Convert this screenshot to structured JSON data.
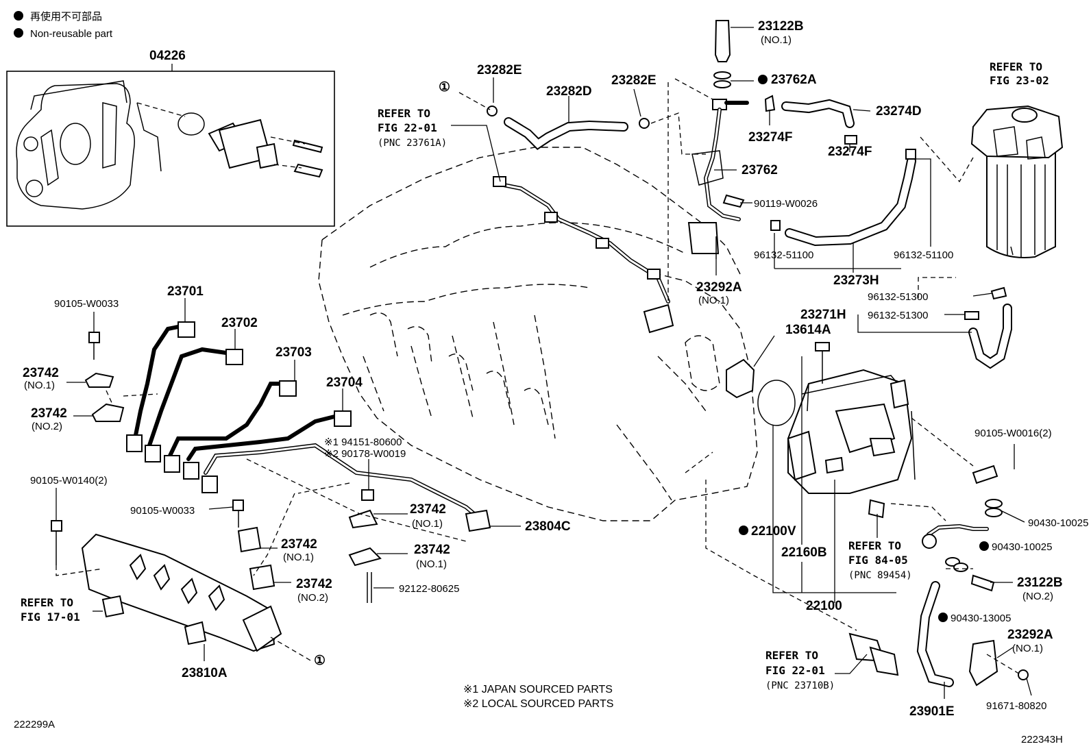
{
  "legend": {
    "line_jp": "再使用不可部品",
    "line_en": "Non-reusable part"
  },
  "labels": {
    "p04226": "04226",
    "p23122B_1": "23122B",
    "p23122B_1_sub": "(NO.1)",
    "p23762A": "23762A",
    "p23282E_a": "23282E",
    "p23282D": "23282D",
    "p23282E_b": "23282E",
    "p23274D": "23274D",
    "p23274F_a": "23274F",
    "p23274F_b": "23274F",
    "p23762": "23762",
    "p90119": "90119-W0026",
    "p96132_a": "96132-51100",
    "p96132_b": "96132-51100",
    "p23273H": "23273H",
    "p23292A_1": "23292A",
    "p23292A_1_sub": "(NO.1)",
    "p96132_c": "96132-51300",
    "p96132_d": "96132-51300",
    "p23271H": "23271H",
    "p13614A": "13614A",
    "p90105_W0033_a": "90105-W0033",
    "p23701": "23701",
    "p23702": "23702",
    "p23703": "23703",
    "p23704": "23704",
    "p23742_1": "23742",
    "p23742_1_sub": "(NO.1)",
    "p23742_2": "23742",
    "p23742_2_sub": "(NO.2)",
    "p94151": "※1 94151-80600",
    "p90178": "※2 90178-W0019",
    "p90105_W0140": "90105-W0140(2)",
    "p90105_W0033_b": "90105-W0033",
    "p23742_3": "23742",
    "p23742_3_sub": "(NO.1)",
    "p23742_4": "23742",
    "p23742_4_sub": "(NO.1)",
    "p23742_5": "23742",
    "p23742_5_sub": "(NO.1)",
    "p23742_6": "23742",
    "p23742_6_sub": "(NO.2)",
    "p23804C": "23804C",
    "p92122": "92122-80625",
    "p23810A": "23810A",
    "p22100V": "22100V",
    "p22160B": "22160B",
    "p22100": "22100",
    "p90105_W0016": "90105-W0016(2)",
    "p90430_10025": "90430-10025",
    "p23122B_2": "23122B",
    "p23122B_2_sub": "(NO.2)",
    "p90430_13005": "90430-13005",
    "p23292A_2": "23292A",
    "p23292A_2_sub": "(NO.1)",
    "p91671": "91671-80820",
    "p23901E": "23901E",
    "circle_one": "①"
  },
  "refers": {
    "fig22_top_l1": "REFER TO",
    "fig22_top_l2": "FIG 22-01",
    "fig22_top_l3": "(PNC 23761A)",
    "fig23_l1": "REFER TO",
    "fig23_l2": "FIG 23-02",
    "fig84_l1": "REFER TO",
    "fig84_l2": "FIG 84-05",
    "fig84_l3": "(PNC 89454)",
    "fig17_l1": "REFER TO",
    "fig17_l2": "FIG 17-01",
    "fig22_bot_l1": "REFER TO",
    "fig22_bot_l2": "FIG 22-01",
    "fig22_bot_l3": "(PNC 23710B)"
  },
  "notes": {
    "note1": "※1 JAPAN SOURCED PARTS",
    "note2": "※2 LOCAL SOURCED PARTS"
  },
  "codes": {
    "left": "222299A",
    "right": "222343H"
  }
}
